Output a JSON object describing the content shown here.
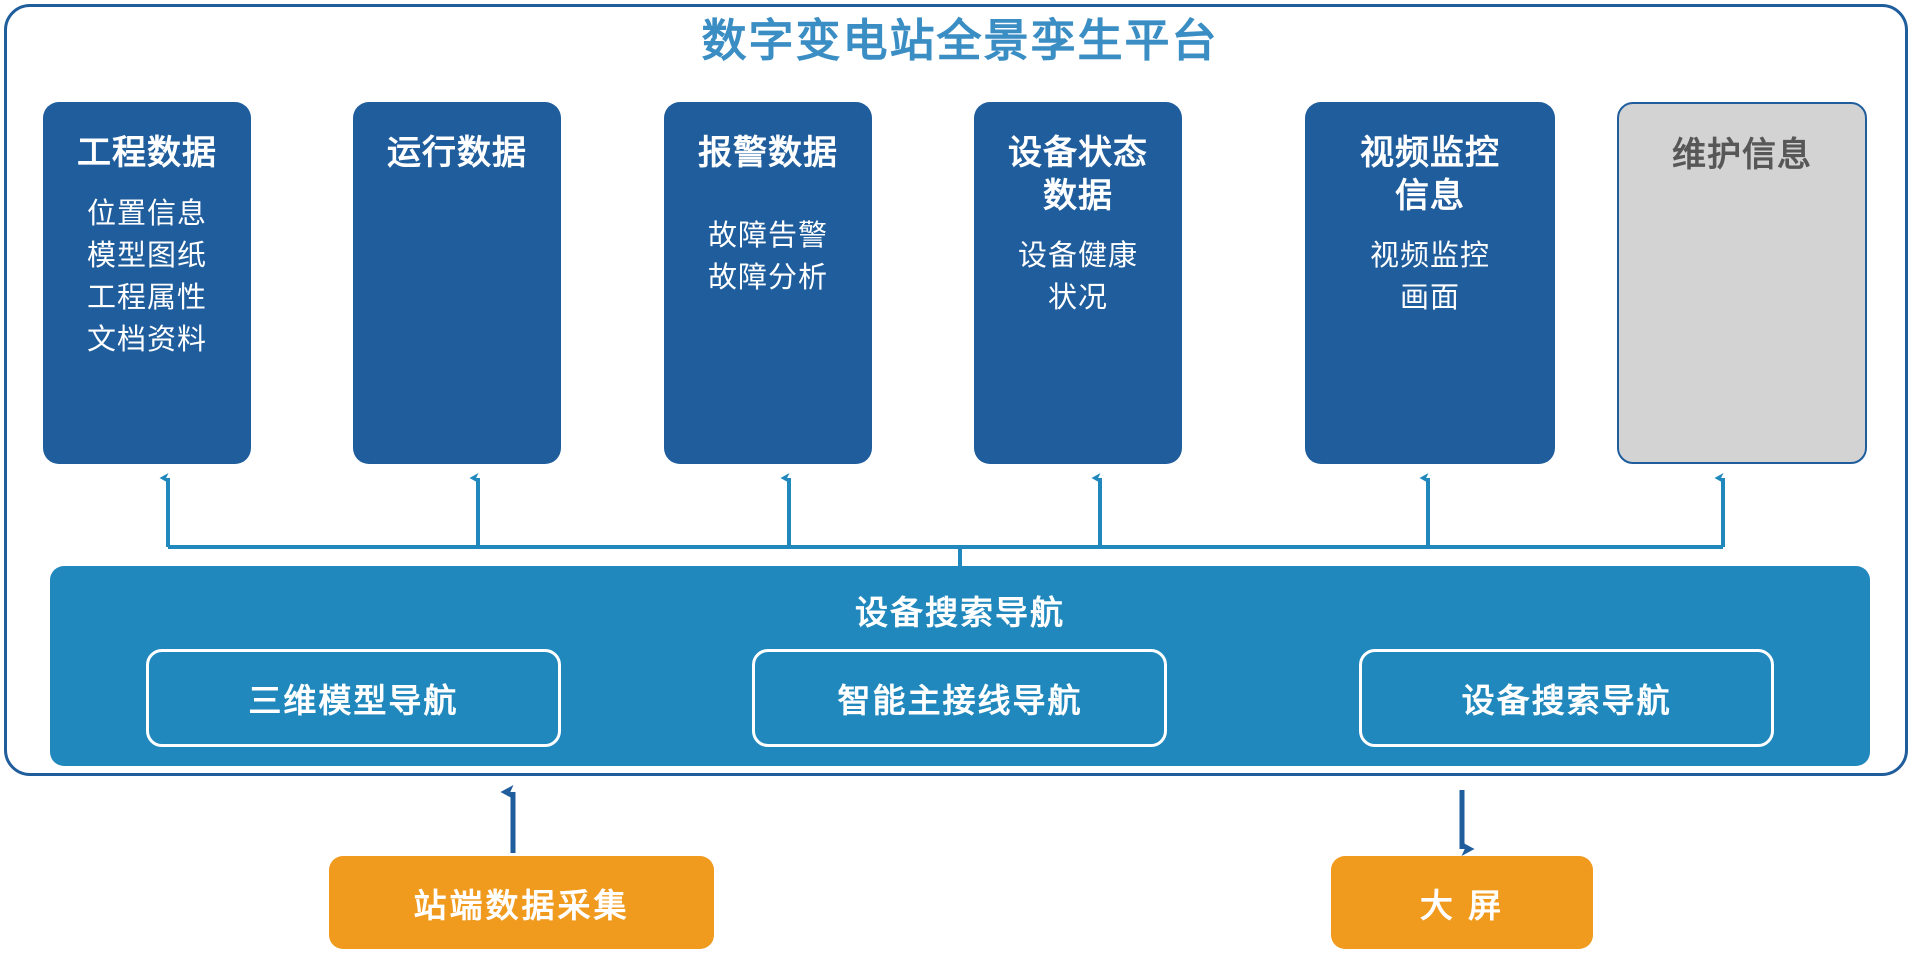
{
  "platform": {
    "title": "数字变电站全景孪生平台",
    "title_color": "#3b8ec4",
    "frame_border_color": "#1f5d9c"
  },
  "data_cards": [
    {
      "id": "engineering-data",
      "title": "工程数据",
      "items": [
        "位置信息",
        "模型图纸",
        "工程属性",
        "文档资料"
      ],
      "background": "#1f5d9c",
      "text_color": "#ffffff",
      "state": "active"
    },
    {
      "id": "operation-data",
      "title": "运行数据",
      "items": [],
      "background": "#1f5d9c",
      "text_color": "#ffffff",
      "state": "active"
    },
    {
      "id": "alarm-data",
      "title": "报警数据",
      "items": [
        "故障告警",
        "故障分析"
      ],
      "background": "#1f5d9c",
      "text_color": "#ffffff",
      "state": "active"
    },
    {
      "id": "device-status-data",
      "title": "设备状态\n数据",
      "items": [
        "设备健康",
        "状况"
      ],
      "background": "#1f5d9c",
      "text_color": "#ffffff",
      "state": "active"
    },
    {
      "id": "video-monitor-info",
      "title": "视频监控\n信息",
      "items": [
        "视频监控",
        "画面"
      ],
      "background": "#1f5d9c",
      "text_color": "#ffffff",
      "state": "active"
    },
    {
      "id": "maintenance-info",
      "title": "维护信息",
      "items": [],
      "background": "#d3d3d3",
      "text_color": "#575757",
      "state": "muted"
    }
  ],
  "nav_band": {
    "title": "设备搜索导航",
    "background": "#2088bd",
    "buttons": [
      {
        "id": "nav-3d-model",
        "label": "三维模型导航"
      },
      {
        "id": "nav-smart-wiring",
        "label": "智能主接线导航"
      },
      {
        "id": "nav-device-search",
        "label": "设备搜索导航"
      }
    ]
  },
  "bottom_nodes": [
    {
      "id": "station-data-collection",
      "label": "站端数据采集",
      "background": "#f09a1e",
      "text_color": "#ffffff",
      "arrow_direction": "up"
    },
    {
      "id": "large-screen",
      "label": "大 屏",
      "background": "#f09a1e",
      "text_color": "#ffffff",
      "arrow_direction": "down"
    }
  ],
  "connector_color": "#2088bd",
  "bottom_connector_color": "#1f5d9c"
}
